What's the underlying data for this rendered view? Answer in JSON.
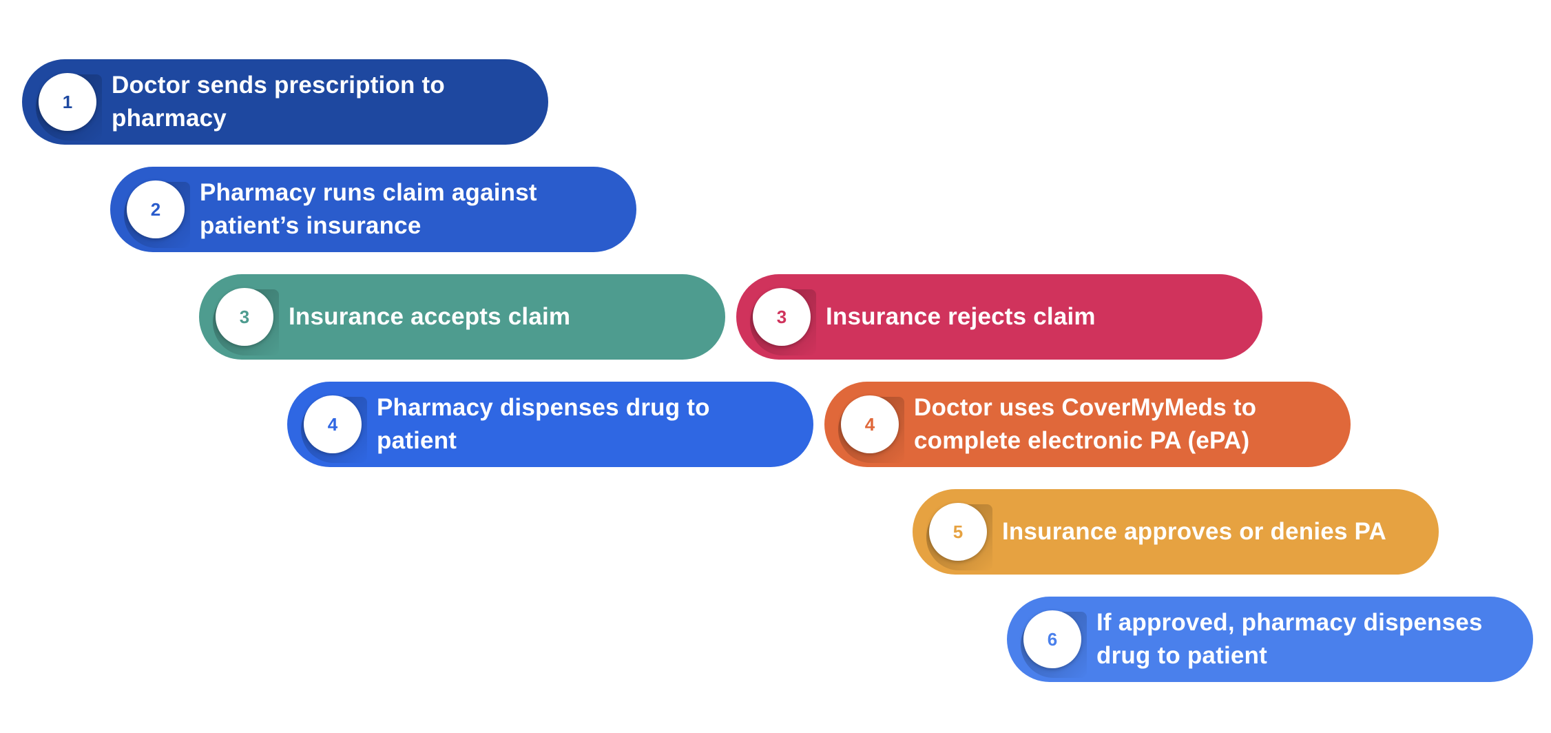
{
  "steps": [
    {
      "number": "1",
      "label": "Doctor sends prescription to pharmacy",
      "color": "#1E48A0"
    },
    {
      "number": "2",
      "label": "Pharmacy runs claim against patient’s insurance",
      "color": "#2A5CCC"
    },
    {
      "number": "3",
      "label": "Insurance accepts claim",
      "color": "#4E9C8F"
    },
    {
      "number": "3",
      "label": "Insurance rejects claim",
      "color": "#D0335C"
    },
    {
      "number": "4",
      "label": "Pharmacy dispenses drug to patient",
      "color": "#2F67E3"
    },
    {
      "number": "4",
      "label": "Doctor uses CoverMyMeds to complete electronic PA (ePA)",
      "color": "#E0683A"
    },
    {
      "number": "5",
      "label": "Insurance approves or denies PA",
      "color": "#E6A241"
    },
    {
      "number": "6",
      "label": "If approved, pharmacy dispenses drug to patient",
      "color": "#4A80EC"
    }
  ]
}
